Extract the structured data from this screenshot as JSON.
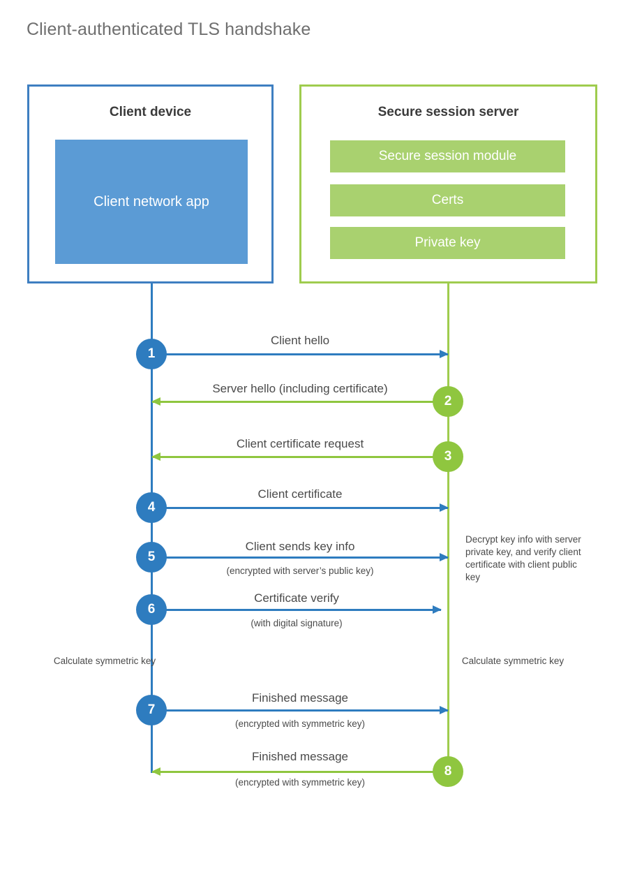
{
  "title": "Client-authenticated TLS handshake",
  "colors": {
    "client_blue": "#2e7cbf",
    "client_box_border": "#3e7fc1",
    "client_app_fill": "#5b9bd5",
    "server_green": "#8fc63f",
    "server_box_border": "#9fcc4e",
    "server_bar_fill": "#a9d16f",
    "text": "#4a4a4a",
    "title_text": "#6f6f6f",
    "background": "#ffffff"
  },
  "client": {
    "title": "Client device",
    "app_label": "Client network app"
  },
  "server": {
    "title": "Secure session server",
    "modules": [
      {
        "label": "Secure session module"
      },
      {
        "label": "Certs"
      },
      {
        "label": "Private key"
      }
    ]
  },
  "steps": [
    {
      "number": "1",
      "label": "Client hello",
      "sub": "",
      "direction": "client-to-server"
    },
    {
      "number": "2",
      "label": "Server hello (including certificate)",
      "sub": "",
      "direction": "server-to-client"
    },
    {
      "number": "3",
      "label": "Client certificate request",
      "sub": "",
      "direction": "server-to-client"
    },
    {
      "number": "4",
      "label": "Client certificate",
      "sub": "",
      "direction": "client-to-server"
    },
    {
      "number": "5",
      "label": "Client sends key info",
      "sub": "(encrypted with server’s public key)",
      "direction": "client-to-server"
    },
    {
      "number": "6",
      "label": "Certificate verify",
      "sub": "(with digital signature)",
      "direction": "client-to-server"
    },
    {
      "number": "7",
      "label": "Finished message",
      "sub": "(encrypted with symmetric key)",
      "direction": "client-to-server"
    },
    {
      "number": "8",
      "label": "Finished message",
      "sub": "(encrypted with symmetric key)",
      "direction": "server-to-client"
    }
  ],
  "notes": {
    "server_decrypt": "Decrypt key info with server private key, and verify client certificate with client public key",
    "client_calculate": "Calculate symmetric key",
    "server_calculate": "Calculate symmetric key"
  }
}
